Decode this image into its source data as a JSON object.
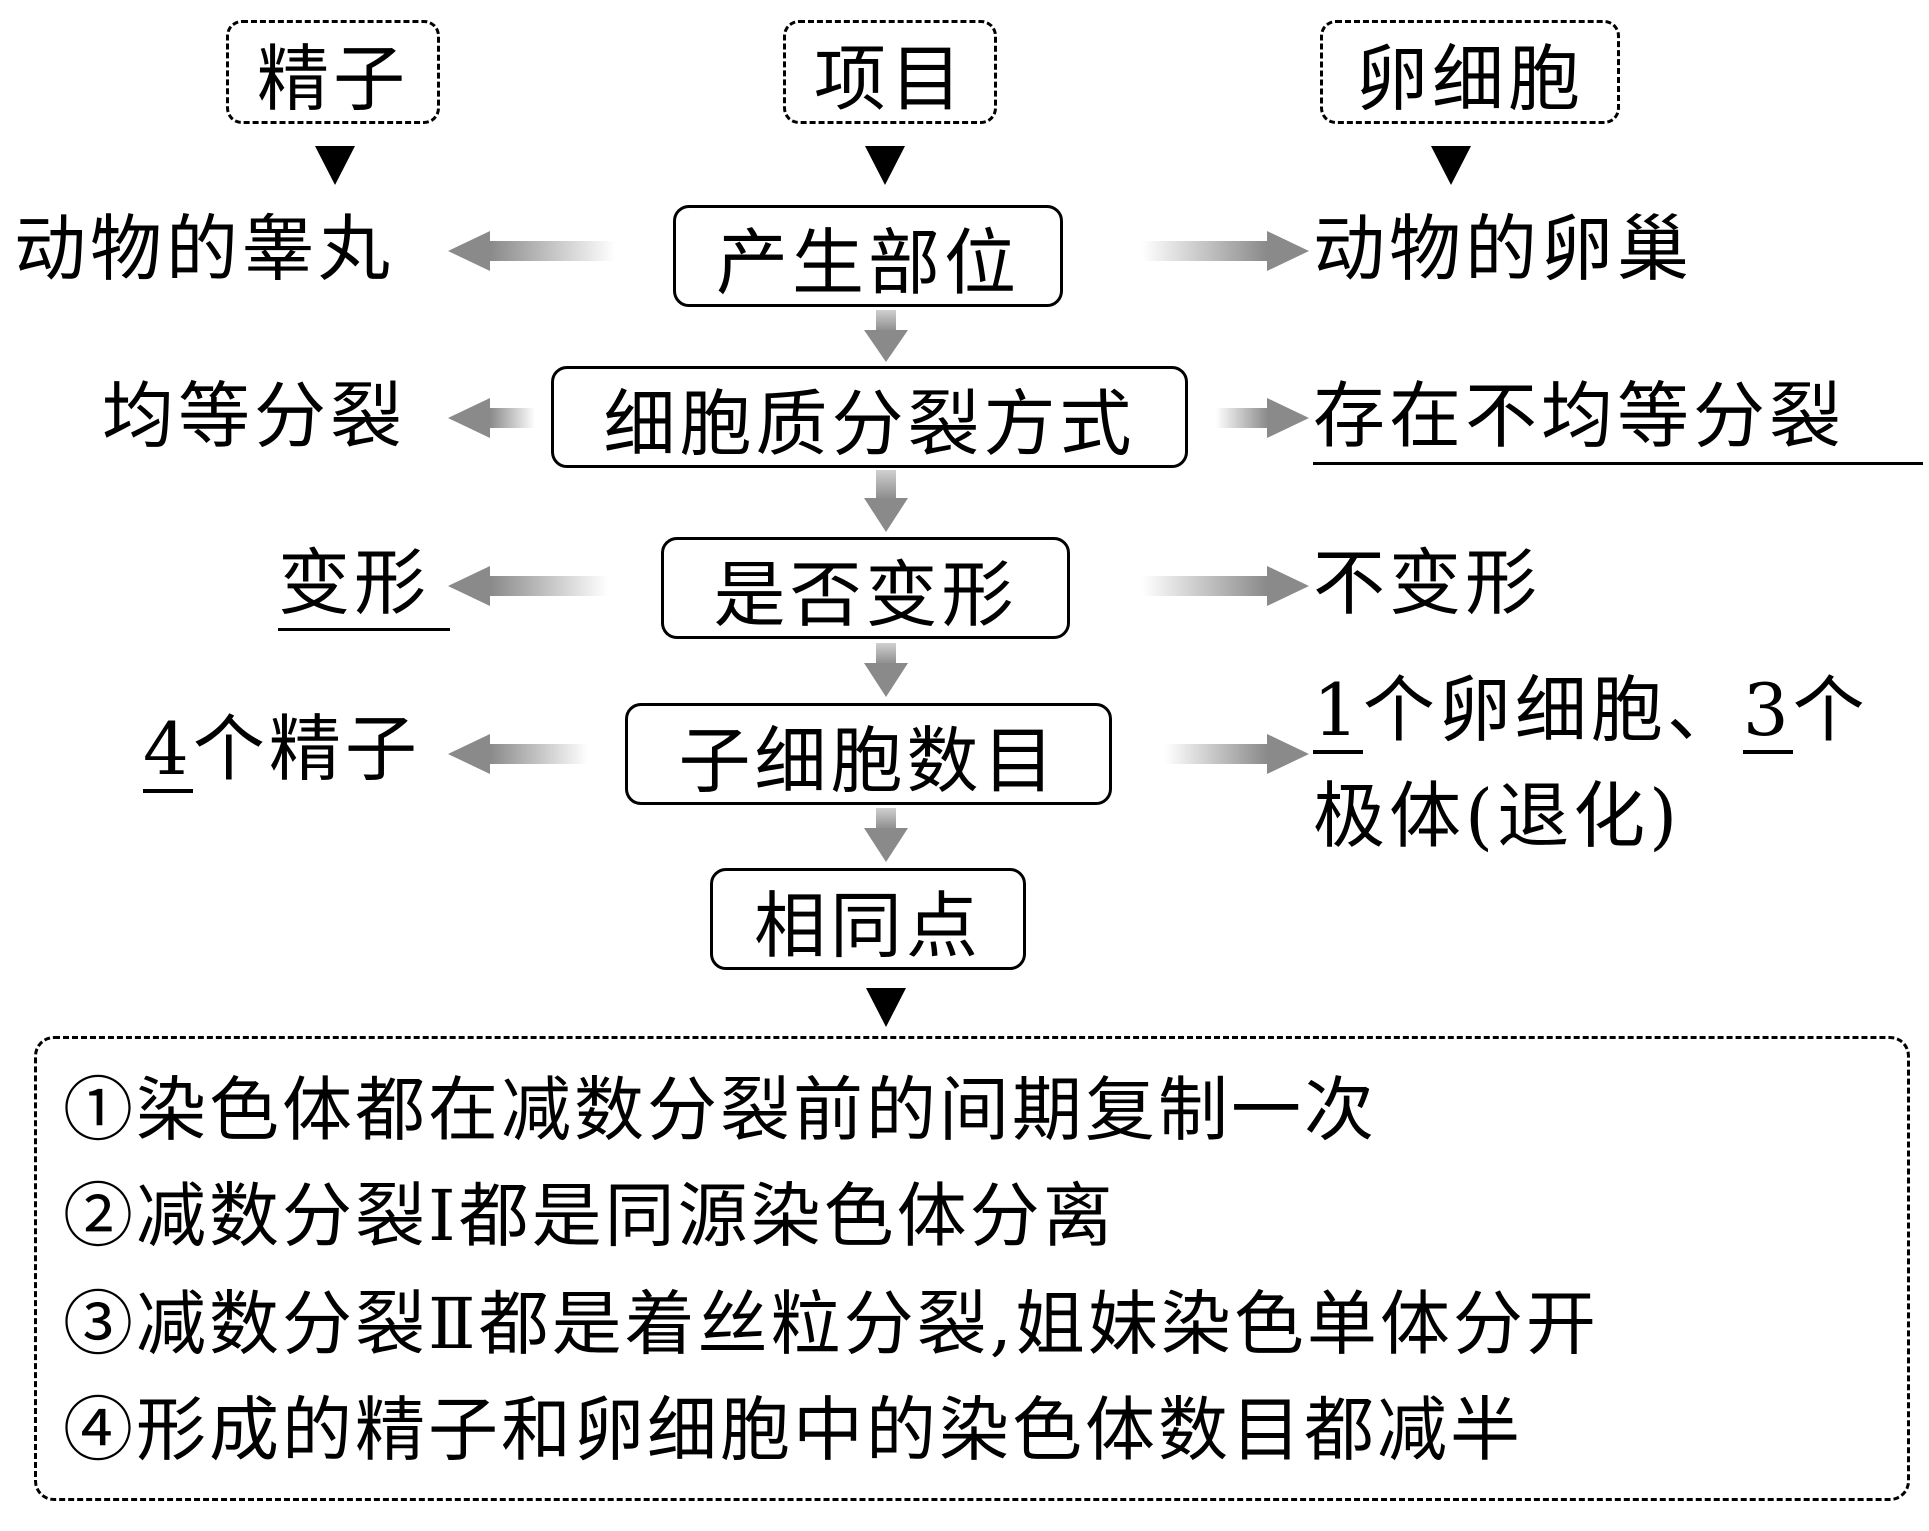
{
  "headers": {
    "left": "精子",
    "center": "项目",
    "right": "卵细胞"
  },
  "rows": [
    {
      "item": "产生部位",
      "left": "动物的睾丸",
      "right": "动物的卵巢"
    },
    {
      "item": "细胞质分裂方式",
      "left": "均等分裂",
      "right": "存在不均等分裂"
    },
    {
      "item": "是否变形",
      "left": "变形",
      "right": "不变形"
    },
    {
      "item": "子细胞数目",
      "left_num": "4",
      "left_rest": "个精子",
      "right_num1": "1",
      "right_mid": "个卵细胞、",
      "right_num2": "3",
      "right_tail": "个",
      "right_line2": "极体(退化)"
    }
  ],
  "common": {
    "title": "相同点",
    "points": [
      "①染色体都在减数分裂前的间期复制一次",
      "②减数分裂Ⅰ都是同源染色体分离",
      "③减数分裂Ⅱ都是着丝粒分裂,姐妹染色单体分开",
      "④形成的精子和卵细胞中的染色体数目都减半"
    ]
  }
}
